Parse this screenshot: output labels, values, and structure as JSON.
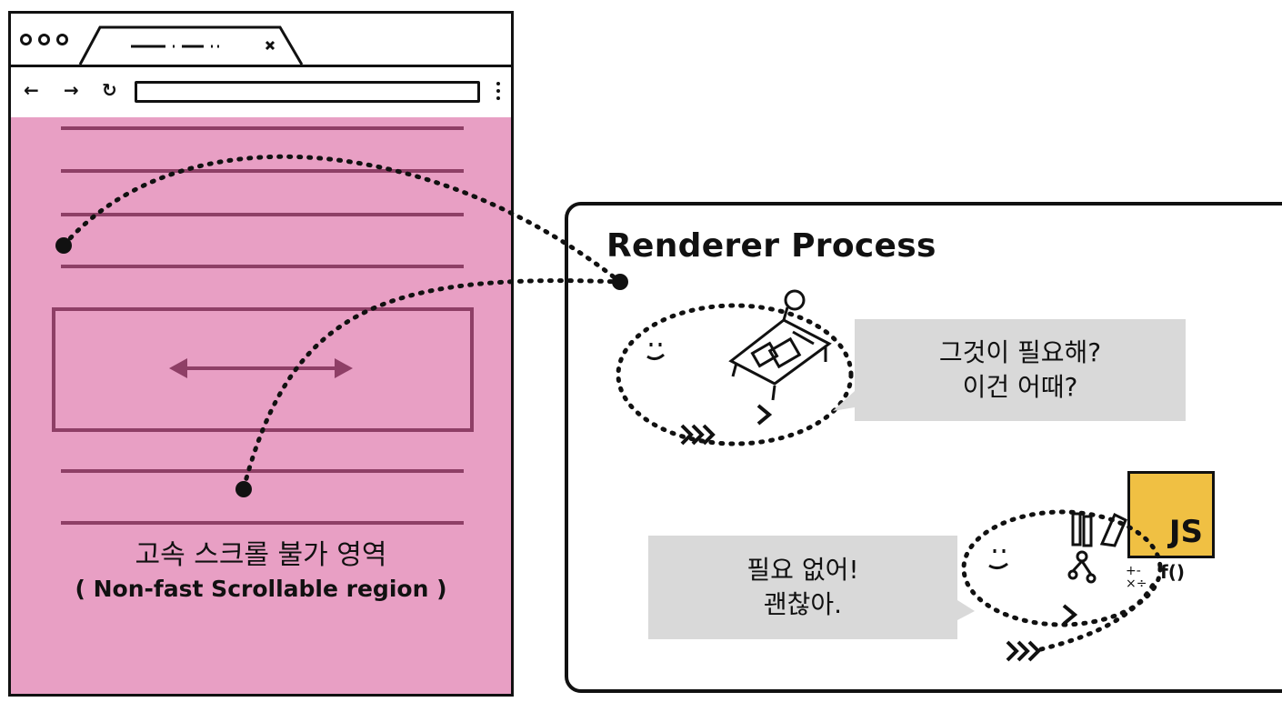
{
  "browser": {
    "nav": {
      "back_icon": "←",
      "forward_icon": "→",
      "reload_icon": "↻"
    },
    "viewport_color": "#e89fc4",
    "accent_color": "#8e3f66"
  },
  "region": {
    "label": "고속 스크롤 불가 영역",
    "sublabel": "( Non-fast Scrollable region )"
  },
  "renderer": {
    "title": "Renderer Process",
    "bubble1": {
      "line1": "그것이 필요해?",
      "line2": "이건 어때?"
    },
    "bubble2": {
      "line1": "필요 없어!",
      "line2": "괜찮아."
    },
    "js_badge": "JS",
    "js_color": "#f0c043",
    "bubble_color": "#d9d9d9"
  }
}
